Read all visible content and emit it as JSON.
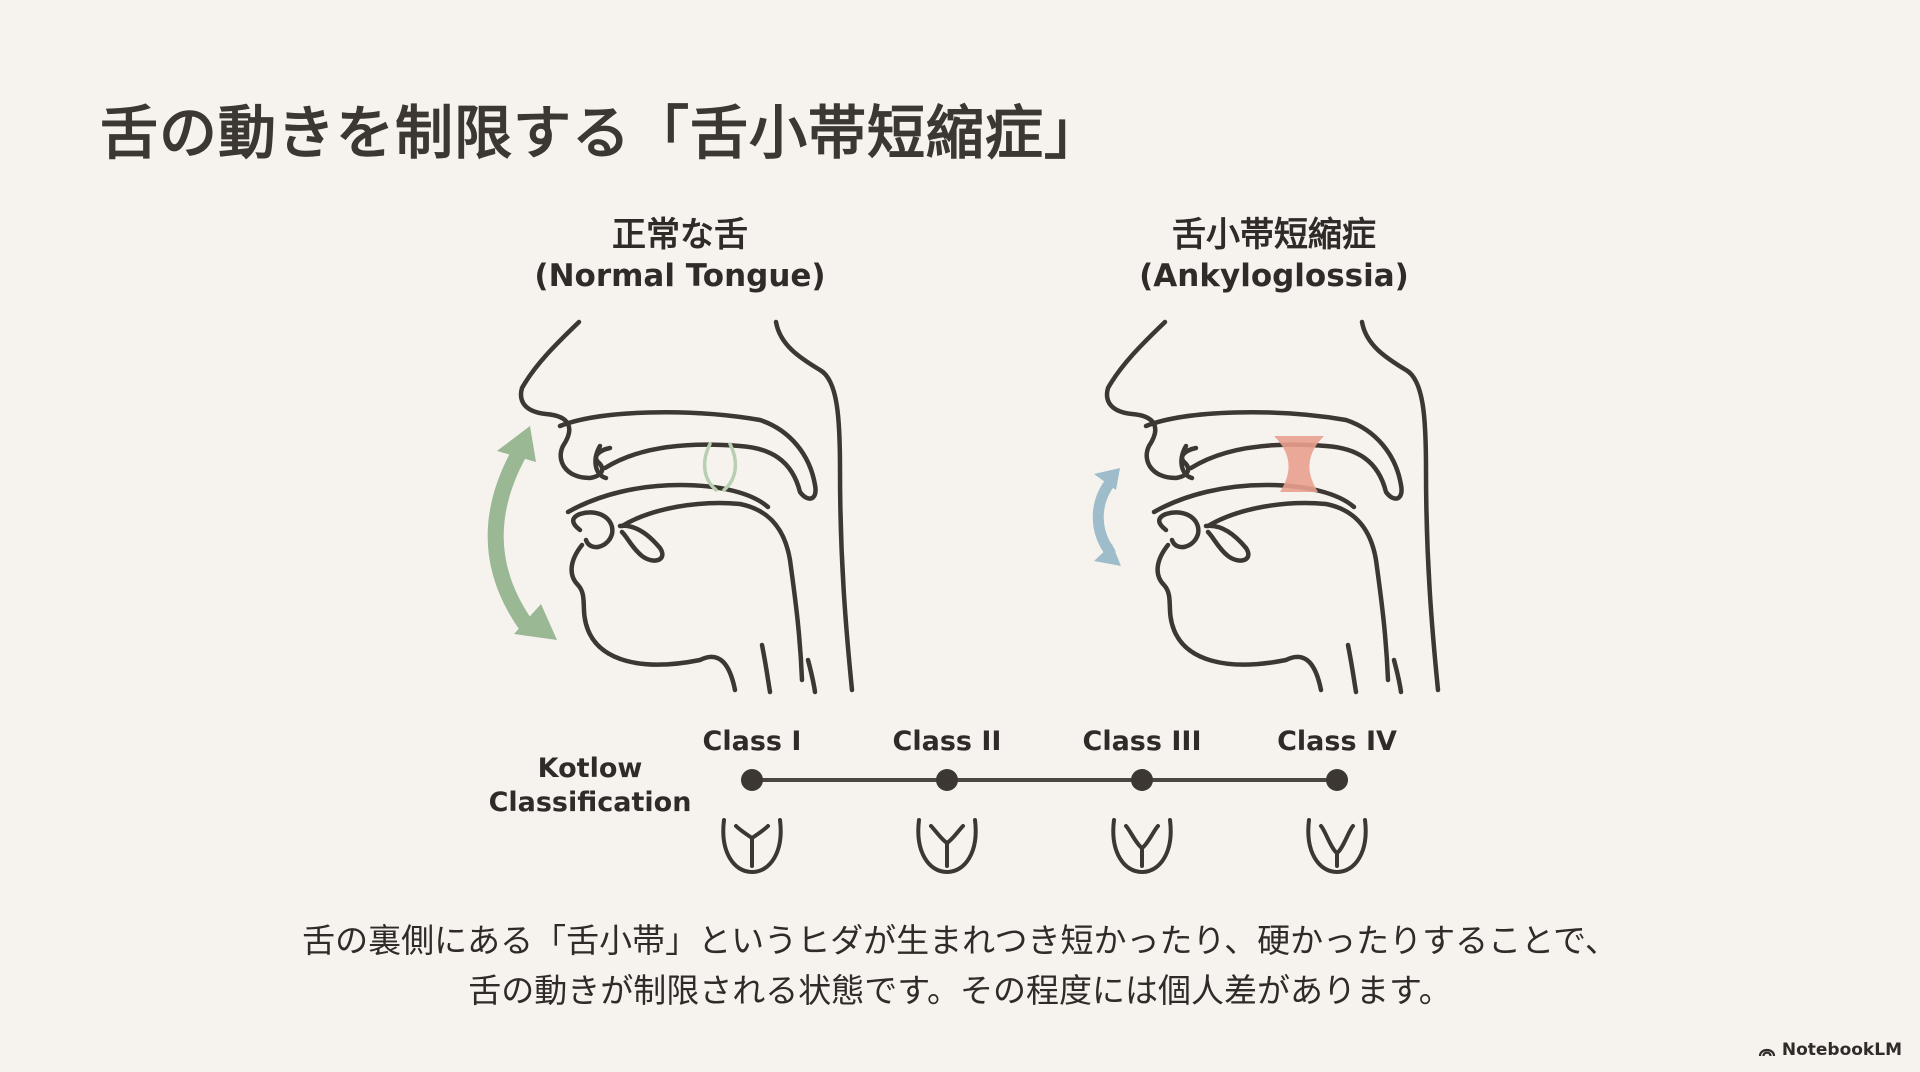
{
  "title": "舌の動きを制限する「舌小帯短縮症」",
  "panels": {
    "normal": {
      "title_jp": "正常な舌",
      "title_en": "(Normal Tongue)"
    },
    "ankyloglossia": {
      "title_jp": "舌小帯短縮症",
      "title_en": "(Ankyloglossia)"
    }
  },
  "kotlow": {
    "label_line1": "Kotlow",
    "label_line2": "Classification",
    "classes": [
      "Class I",
      "Class II",
      "Class III",
      "Class IV"
    ]
  },
  "description": {
    "line1": "舌の裏側にある「舌小帯」というヒダが生まれつき短かったり、硬かったりすることで、",
    "line2": "舌の動きが制限される状態です。その程度には個人差があります。"
  },
  "brand": {
    "label": "NotebookLM"
  },
  "colors": {
    "background": "#f6f3ee",
    "line": "#3c3733",
    "normal_motion_arrow": "#9ab894",
    "restricted_motion_arrow": "#9fbccb",
    "frenulum_normal": "#b9cfb1",
    "frenulum_short": "#e9a08e"
  },
  "icons": {
    "normal_arrow": "double-arrow-large-green",
    "restricted_arrow": "double-arrow-small-blue",
    "tongue_glyph": "tongue-outline-icon",
    "brand_logo": "notebooklm-logo-icon"
  }
}
